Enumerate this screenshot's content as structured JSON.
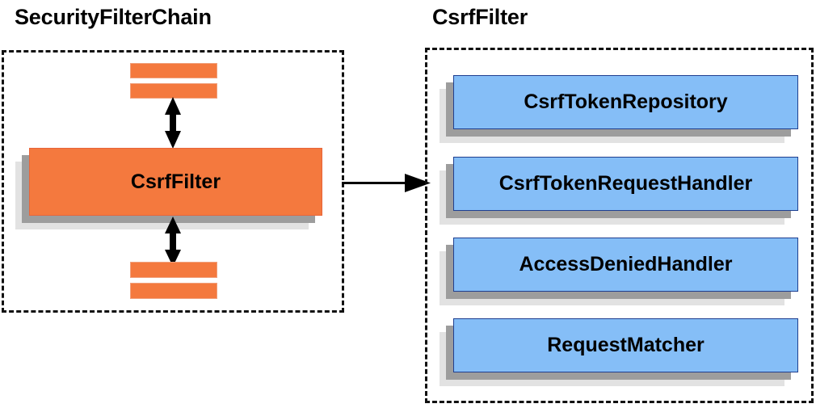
{
  "diagram": {
    "type": "architecture-block-diagram",
    "background_color": "#ffffff",
    "panels": [
      {
        "id": "security-filter-chain",
        "title": "SecurityFilterChain",
        "border_style": "dashed",
        "border_color": "#111111",
        "items": [
          {
            "kind": "bar",
            "label": "",
            "color": "#f4793e"
          },
          {
            "kind": "bar",
            "label": "",
            "color": "#f4793e"
          },
          {
            "kind": "block",
            "label": "CsrfFilter",
            "color": "#f4793e"
          },
          {
            "kind": "bar",
            "label": "",
            "color": "#f4793e"
          },
          {
            "kind": "bar",
            "label": "",
            "color": "#f4793e"
          }
        ]
      },
      {
        "id": "csrf-filter",
        "title": "CsrfFilter",
        "border_style": "dashed",
        "border_color": "#111111",
        "items": [
          {
            "kind": "block",
            "label": "CsrfTokenRepository",
            "color": "#85bef7"
          },
          {
            "kind": "block",
            "label": "CsrfTokenRequestHandler",
            "color": "#85bef7"
          },
          {
            "kind": "block",
            "label": "AccessDeniedHandler",
            "color": "#85bef7"
          },
          {
            "kind": "block",
            "label": "RequestMatcher",
            "color": "#85bef7"
          }
        ]
      }
    ],
    "connectors": [
      {
        "id": "csrffilter-to-bars-above",
        "style": "double-headed",
        "orientation": "vertical",
        "color": "#000000"
      },
      {
        "id": "csrffilter-to-bars-below",
        "style": "double-headed",
        "orientation": "vertical",
        "color": "#000000"
      },
      {
        "id": "chain-to-csrffilter",
        "style": "single-headed",
        "orientation": "horizontal",
        "color": "#000000"
      }
    ],
    "colors": {
      "orange": "#f4793e",
      "orange_border": "#e8653a",
      "blue": "#85bef7",
      "blue_border": "#1f3f8f",
      "shadow_mid": "#9d9d9d",
      "shadow_back": "#e2e2e2",
      "stroke": "#000000"
    }
  }
}
